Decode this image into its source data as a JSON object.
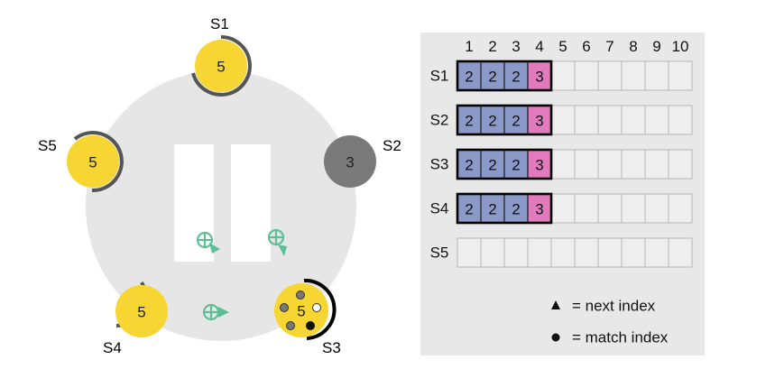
{
  "servers": [
    {
      "id": "S1",
      "term": "5",
      "state": "follower"
    },
    {
      "id": "S2",
      "term": "3",
      "state": "crashed"
    },
    {
      "id": "S3",
      "term": "5",
      "state": "leader"
    },
    {
      "id": "S4",
      "term": "5",
      "state": "follower"
    },
    {
      "id": "S5",
      "term": "5",
      "state": "follower"
    }
  ],
  "log": {
    "columns": [
      "1",
      "2",
      "3",
      "4",
      "5",
      "6",
      "7",
      "8",
      "9",
      "10"
    ],
    "rows": [
      {
        "server": "S1",
        "entries": [
          "2",
          "2",
          "2",
          "3"
        ],
        "committed": 4
      },
      {
        "server": "S2",
        "entries": [
          "2",
          "2",
          "2",
          "3"
        ],
        "committed": 4
      },
      {
        "server": "S3",
        "entries": [
          "2",
          "2",
          "2",
          "3"
        ],
        "committed": 4
      },
      {
        "server": "S4",
        "entries": [
          "2",
          "2",
          "2",
          "3"
        ],
        "committed": 4
      },
      {
        "server": "S5",
        "entries": [],
        "committed": 0
      }
    ]
  },
  "legend": {
    "next_index": "= next index",
    "match_index": "= match index"
  },
  "colors": {
    "follower": "#f7d533",
    "crashed": "#7a7a7a",
    "term2": "#8b99c9",
    "term3": "#e27bbd",
    "message": "#5cbf95",
    "panel": "#e8e8e8",
    "ring": "#e6e6e6"
  }
}
